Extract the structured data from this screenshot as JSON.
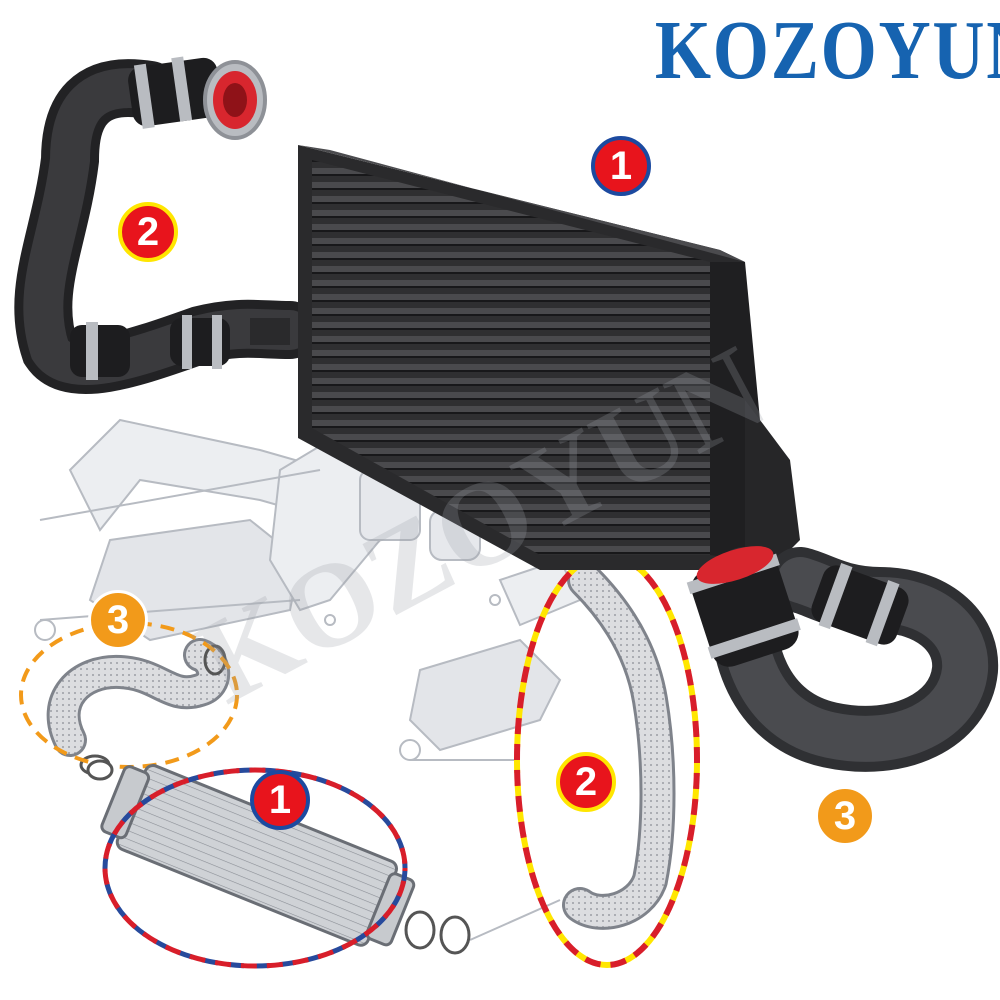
{
  "brand": {
    "name": "KOZOYUN",
    "color": "#1663b0"
  },
  "callouts": {
    "intercooler": "1",
    "upper_pipe": "2",
    "lower_pipe": "3"
  },
  "colors": {
    "callout_red": "#e8141c",
    "callout_blue_ring": "#1c4aa0",
    "callout_yellow_ring": "#ffe600",
    "callout_orange": "#f29a1a",
    "dashed_red": "#d81e2a",
    "dashed_blue": "#274a9c",
    "dashed_orange": "#f29a1a",
    "dashed_yellow": "#ffe600",
    "part_black": "#2a2a2c",
    "coupler_red": "#d8262e"
  },
  "watermark": {
    "text": "KOZOYUN"
  },
  "image_subject": "intercooler-kit-product-photo-with-exploded-parts-diagram"
}
